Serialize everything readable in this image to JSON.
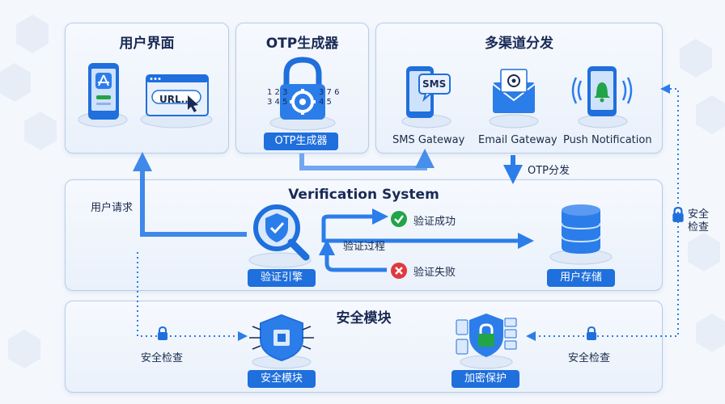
{
  "panels": {
    "user_interface": {
      "title": "用户界面",
      "url_text": "URL..."
    },
    "otp_generator": {
      "title": "OTP生成器",
      "tag": "OTP生成器",
      "digits_left": "1 2 3\n3 4 5",
      "digits_right": "3 7 6\n4 5"
    },
    "multichannel": {
      "title": "多渠道分发",
      "sms_badge": "SMS",
      "channels": [
        "SMS Gateway",
        "Email Gateway",
        "Push Notification"
      ]
    },
    "verification": {
      "title": "Verification System",
      "engine_tag": "验证引擎",
      "storage_tag": "用户存储",
      "success": "验证成功",
      "failure": "验证失败",
      "process": "验证过程"
    },
    "security": {
      "title": "安全模块",
      "module_tag": "安全模块",
      "encryption_tag": "加密保护"
    }
  },
  "flow_labels": {
    "user_request": "用户请求",
    "otp_distribution": "OTP分发",
    "security_check_left": "安全检查",
    "security_check_right": "安全检查",
    "security_check_side_1": "安全",
    "security_check_side_2": "检查"
  },
  "colors": {
    "accent": "#1f6fdc",
    "success": "#22a447",
    "failure": "#e0393e",
    "panel_border": "#b9cce6"
  },
  "icons": [
    "phone-app-icon",
    "browser-url-icon",
    "padlock-gear-icon",
    "phone-sms-icon",
    "envelope-at-icon",
    "phone-bell-icon",
    "magnifier-shield-icon",
    "check-circle-icon",
    "x-circle-icon",
    "database-icon",
    "chip-shield-icon",
    "shield-lock-icon",
    "padlock-small-icon"
  ]
}
